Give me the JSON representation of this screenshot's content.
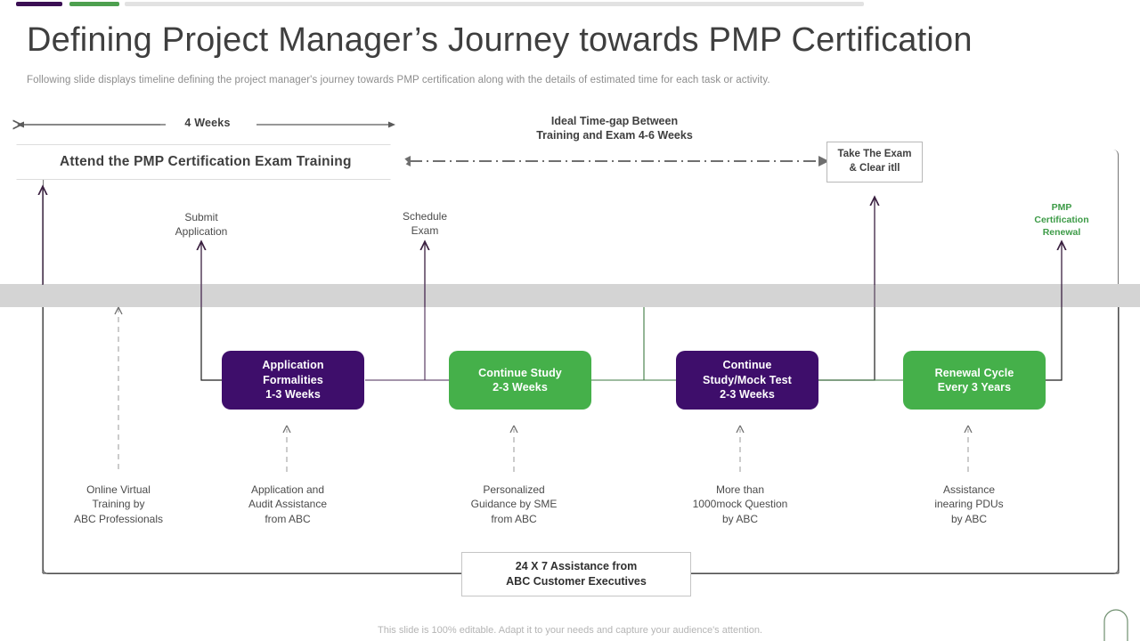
{
  "header": {
    "title": "Defining Project Manager’s Journey towards PMP Certification",
    "subtitle": "Following slide displays timeline defining the project manager's journey towards PMP certification along with the details of estimated time for each task or activity."
  },
  "colors": {
    "accent_purple": "#3e0e6b",
    "accent_green": "#45b04a",
    "band_grey": "#d4d4d4",
    "text_grey": "#4b4b4b",
    "renewal_green_text": "#3d9b47"
  },
  "timeline": {
    "duration_label": "4 Weeks",
    "banner_label": "Attend the PMP Certification  Exam Training",
    "gap_label_line1": "Ideal Time-gap Between",
    "gap_label_line2": "Training and Exam 4-6 Weeks",
    "exam_box_line1": "Take The Exam",
    "exam_box_line2": "& Clear itll"
  },
  "callouts": [
    {
      "name": "submit-application",
      "line1": "Submit",
      "line2": "Application",
      "line3": ""
    },
    {
      "name": "schedule-exam",
      "line1": "Schedule",
      "line2": "Exam",
      "line3": ""
    },
    {
      "name": "pmp-certification-renewal",
      "line1": "PMP",
      "line2": "Certification",
      "line3": "Renewal"
    }
  ],
  "stages": [
    {
      "name": "application-formalities",
      "color": "purple",
      "line1": "Application",
      "line2": "Formalities",
      "line3": "1-3 Weeks"
    },
    {
      "name": "continue-study",
      "color": "green",
      "line1": "Continue Study",
      "line2": "2-3 Weeks",
      "line3": ""
    },
    {
      "name": "continue-study-mock-test",
      "color": "purple",
      "line1": "Continue",
      "line2": "Study/Mock Test",
      "line3": "2-3 Weeks"
    },
    {
      "name": "renewal-cycle",
      "color": "green",
      "line1": "Renewal Cycle",
      "line2": "Every  3 Years",
      "line3": ""
    }
  ],
  "descriptions": [
    {
      "name": "online-virtual-training",
      "line1": "Online Virtual",
      "line2": "Training by",
      "line3": "ABC  Professionals"
    },
    {
      "name": "application-audit-assistance",
      "line1": "Application and",
      "line2": "Audit Assistance",
      "line3": "from ABC"
    },
    {
      "name": "personalized-guidance",
      "line1": "Personalized",
      "line2": "Guidance by SME",
      "line3": "from ABC"
    },
    {
      "name": "mock-questions",
      "line1": "More than",
      "line2": "1000mock Question",
      "line3": "by ABC"
    },
    {
      "name": "pdu-assistance",
      "line1": "Assistance",
      "line2": "inearing PDUs",
      "line3": "by ABC"
    }
  ],
  "support": {
    "line1": "24 X 7 Assistance from",
    "line2": "ABC  Customer Executives"
  },
  "footer": {
    "note": "This slide is 100% editable. Adapt it to your needs and capture your audience's attention."
  }
}
